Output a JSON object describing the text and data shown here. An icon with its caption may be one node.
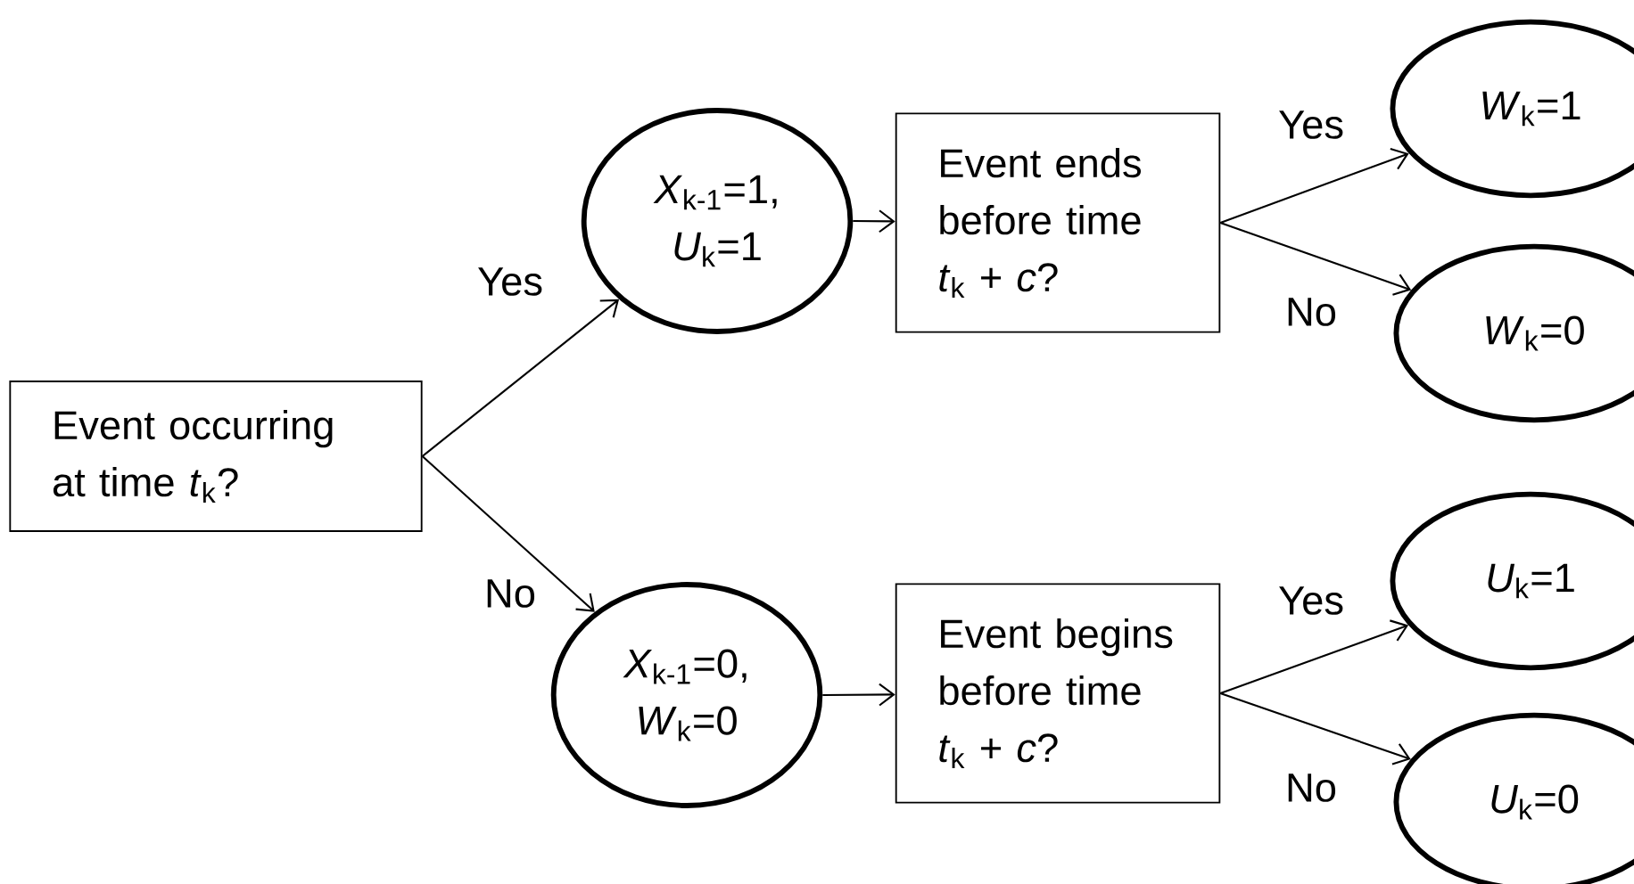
{
  "diagram": {
    "nodes": [
      {
        "text": [
          "Event occurring at time *t*$_{k}$?"
        ]
      },
      {
        "text": [
          "*X*$_{k-1}$=1, *U*$_{k}$=1"
        ]
      },
      {
        "text": [
          "*X*$_{k-1}$=0, *W*$_{k}$=0"
        ]
      },
      {
        "text": [
          "Event ends before time *t*$_{k}$ + *c*?"
        ]
      },
      {
        "text": [
          "Event begins before time *t*$_{k}$ + *c*?"
        ]
      },
      {
        "text": [
          "*W*$_{k}$=1"
        ]
      },
      {
        "text": [
          "*W*$_{k}$=0"
        ]
      },
      {
        "text": [
          "*U*$_{k}$=1"
        ]
      },
      {
        "text": [
          "*U*$_{k}$=0"
        ]
      }
    ],
    "edges": [
      {
        "from": 0,
        "to": 1,
        "arrow": "to",
        "label": "Yes"
      },
      {
        "from": 0,
        "to": 2,
        "arrow": "to",
        "label": "No"
      },
      {
        "from": 1,
        "to": 3,
        "arrow": "to"
      },
      {
        "from": 2,
        "to": 4,
        "arrow": "to"
      },
      {
        "from": 3,
        "to": 5,
        "arrow": "to",
        "label": "Yes"
      },
      {
        "from": 3,
        "to": 6,
        "arrow": "to",
        "label": "No"
      },
      {
        "from": 4,
        "to": 7,
        "arrow": "to",
        "label": "Yes"
      },
      {
        "from": 4,
        "to": 8,
        "arrow": "to",
        "label": "No"
      }
    ]
  }
}
